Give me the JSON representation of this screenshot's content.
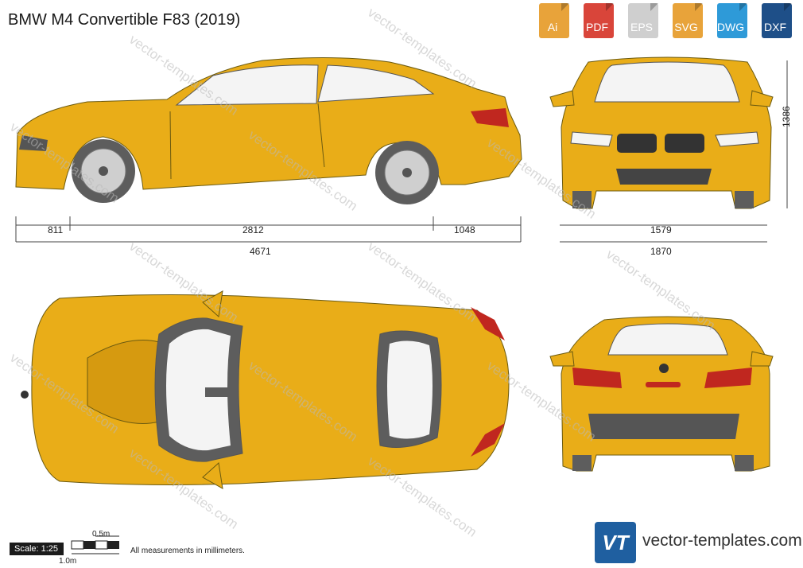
{
  "title": "BMW M4 Convertible F83 (2019)",
  "formats": [
    {
      "label": "Ai",
      "color": "#e8a33a",
      "icon": "ai-file-icon"
    },
    {
      "label": "PDF",
      "color": "#d9453a",
      "icon": "pdf-file-icon"
    },
    {
      "label": "EPS",
      "color": "#cfcfcf",
      "icon": "eps-file-icon"
    },
    {
      "label": "SVG",
      "color": "#e8a33a",
      "icon": "svg-file-icon"
    },
    {
      "label": "DWG",
      "color": "#2e9ad8",
      "icon": "dwg-file-icon"
    },
    {
      "label": "DXF",
      "color": "#1e4f88",
      "icon": "dxf-file-icon"
    }
  ],
  "dimensions": {
    "front_overhang": "811",
    "wheelbase": "2812",
    "rear_overhang": "1048",
    "length": "4671",
    "height": "1386",
    "track": "1579",
    "width": "1870"
  },
  "scale": {
    "label": "Scale: 1:25",
    "half_m": "0.5m",
    "one_m": "1.0m"
  },
  "note": "All measurements in millimeters.",
  "brand": {
    "logo_text": "VT",
    "url": "vector-templates.com"
  },
  "watermark": "vector-templates.com",
  "colors": {
    "body": "#e9ad18",
    "body_shade": "#d69a10",
    "glass": "#f4f4f4",
    "tire": "#5d5d5d",
    "lights": "#c0271f"
  }
}
